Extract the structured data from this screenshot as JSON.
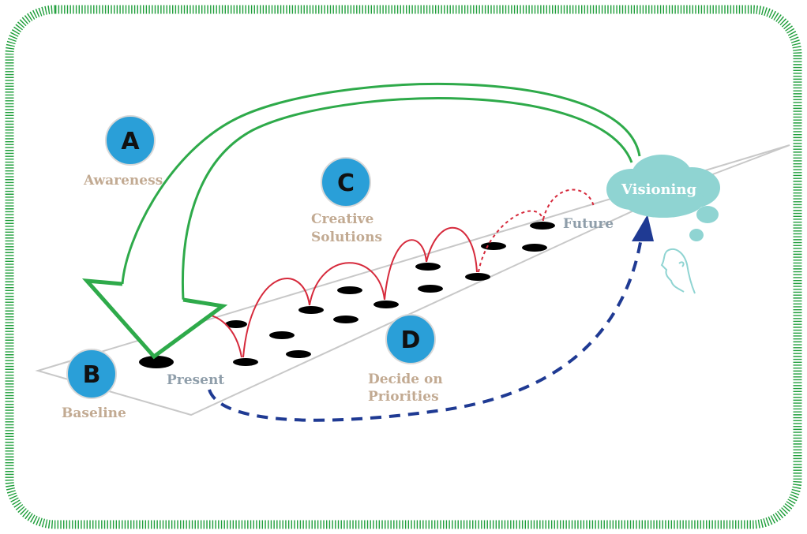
{
  "stages": {
    "a": {
      "letter": "A",
      "label": "Awareness"
    },
    "b": {
      "letter": "B",
      "label": "Baseline"
    },
    "c": {
      "letter": "C",
      "label_line1": "Creative",
      "label_line2": "Solutions"
    },
    "d": {
      "letter": "D",
      "label_line1": "Decide on",
      "label_line2": "Priorities"
    }
  },
  "places": {
    "present": "Present",
    "future": "Future",
    "visioning": "Visioning"
  },
  "colors": {
    "border": "#1e9e3a",
    "green_arrow": "#2eaa4a",
    "circle": "#2a9fd8",
    "jump_arc": "#d62a3c",
    "return_arrow": "#1f3a93",
    "cloud": "#8fd4d2",
    "path_outline": "#c8c8c8",
    "stepping_stone": "#000000"
  },
  "icons": [
    "thought-cloud-icon",
    "head-profile-icon",
    "arrowhead-icon"
  ]
}
